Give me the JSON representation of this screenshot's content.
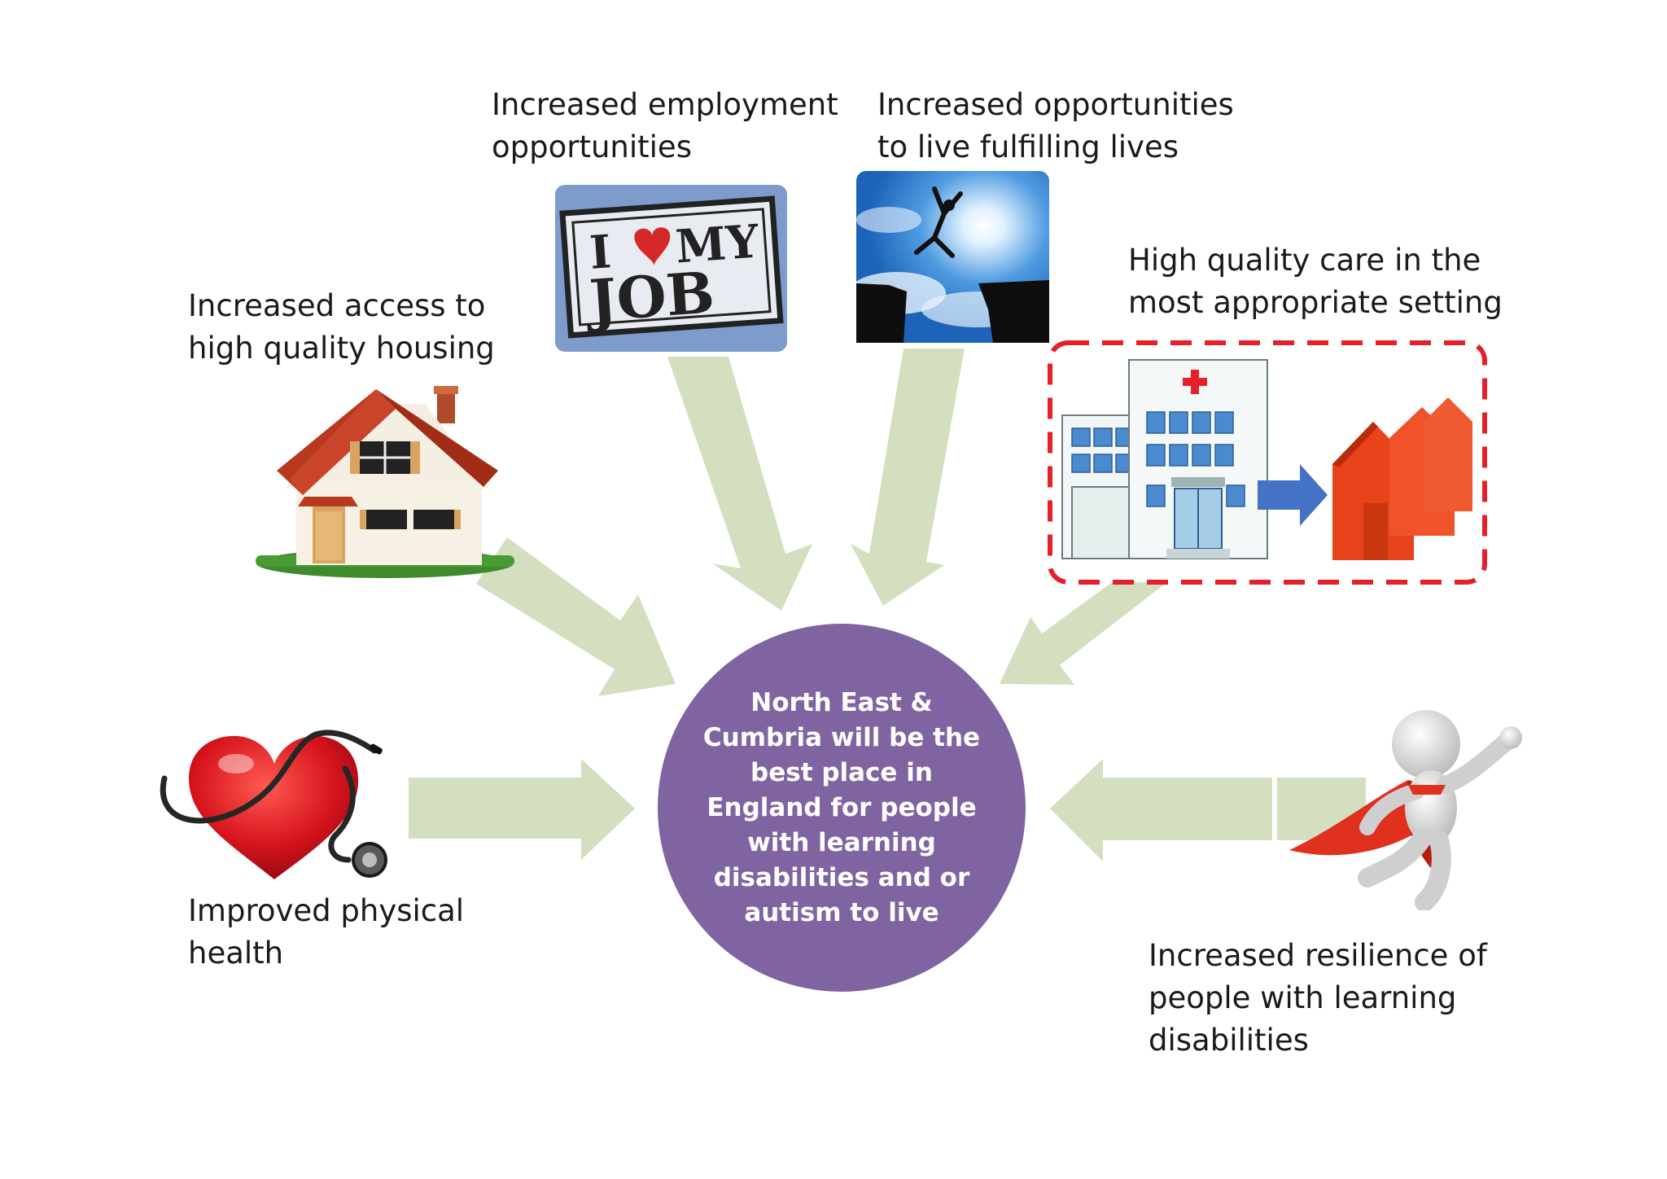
{
  "diagram": {
    "center": {
      "lines": [
        "North East &",
        "Cumbria will be the",
        "best place in",
        "England for people",
        "with learning",
        "disabilities and or",
        "autism to live"
      ]
    },
    "outcomes": {
      "housing": {
        "lines": [
          "Increased access to",
          "high quality housing"
        ],
        "icon": "house-icon"
      },
      "employment": {
        "lines": [
          "Increased employment",
          "opportunities"
        ],
        "icon": "i-love-my-job-stamp"
      },
      "fulfilling": {
        "lines": [
          "Increased opportunities",
          "to live fulfilling lives"
        ],
        "icon": "leaping-figure-sky-icon"
      },
      "care": {
        "lines": [
          "High quality care in the",
          "most appropriate setting"
        ],
        "icon": "hospital-to-homes-icon"
      },
      "health": {
        "lines": [
          "Improved physical",
          "health"
        ],
        "icon": "heart-stethoscope-icon"
      },
      "resilience": {
        "lines": [
          "Increased resilience of",
          "people with learning",
          "disabilities"
        ],
        "icon": "superhero-figure-icon"
      }
    },
    "stamp": {
      "line1_a": "I",
      "line1_b": "MY",
      "line2": "JOB"
    },
    "colors": {
      "center": "#8064a2",
      "arrow": "#d3dfbf",
      "dashed_border": "#e5202a",
      "text": "#1a1a1a"
    }
  }
}
